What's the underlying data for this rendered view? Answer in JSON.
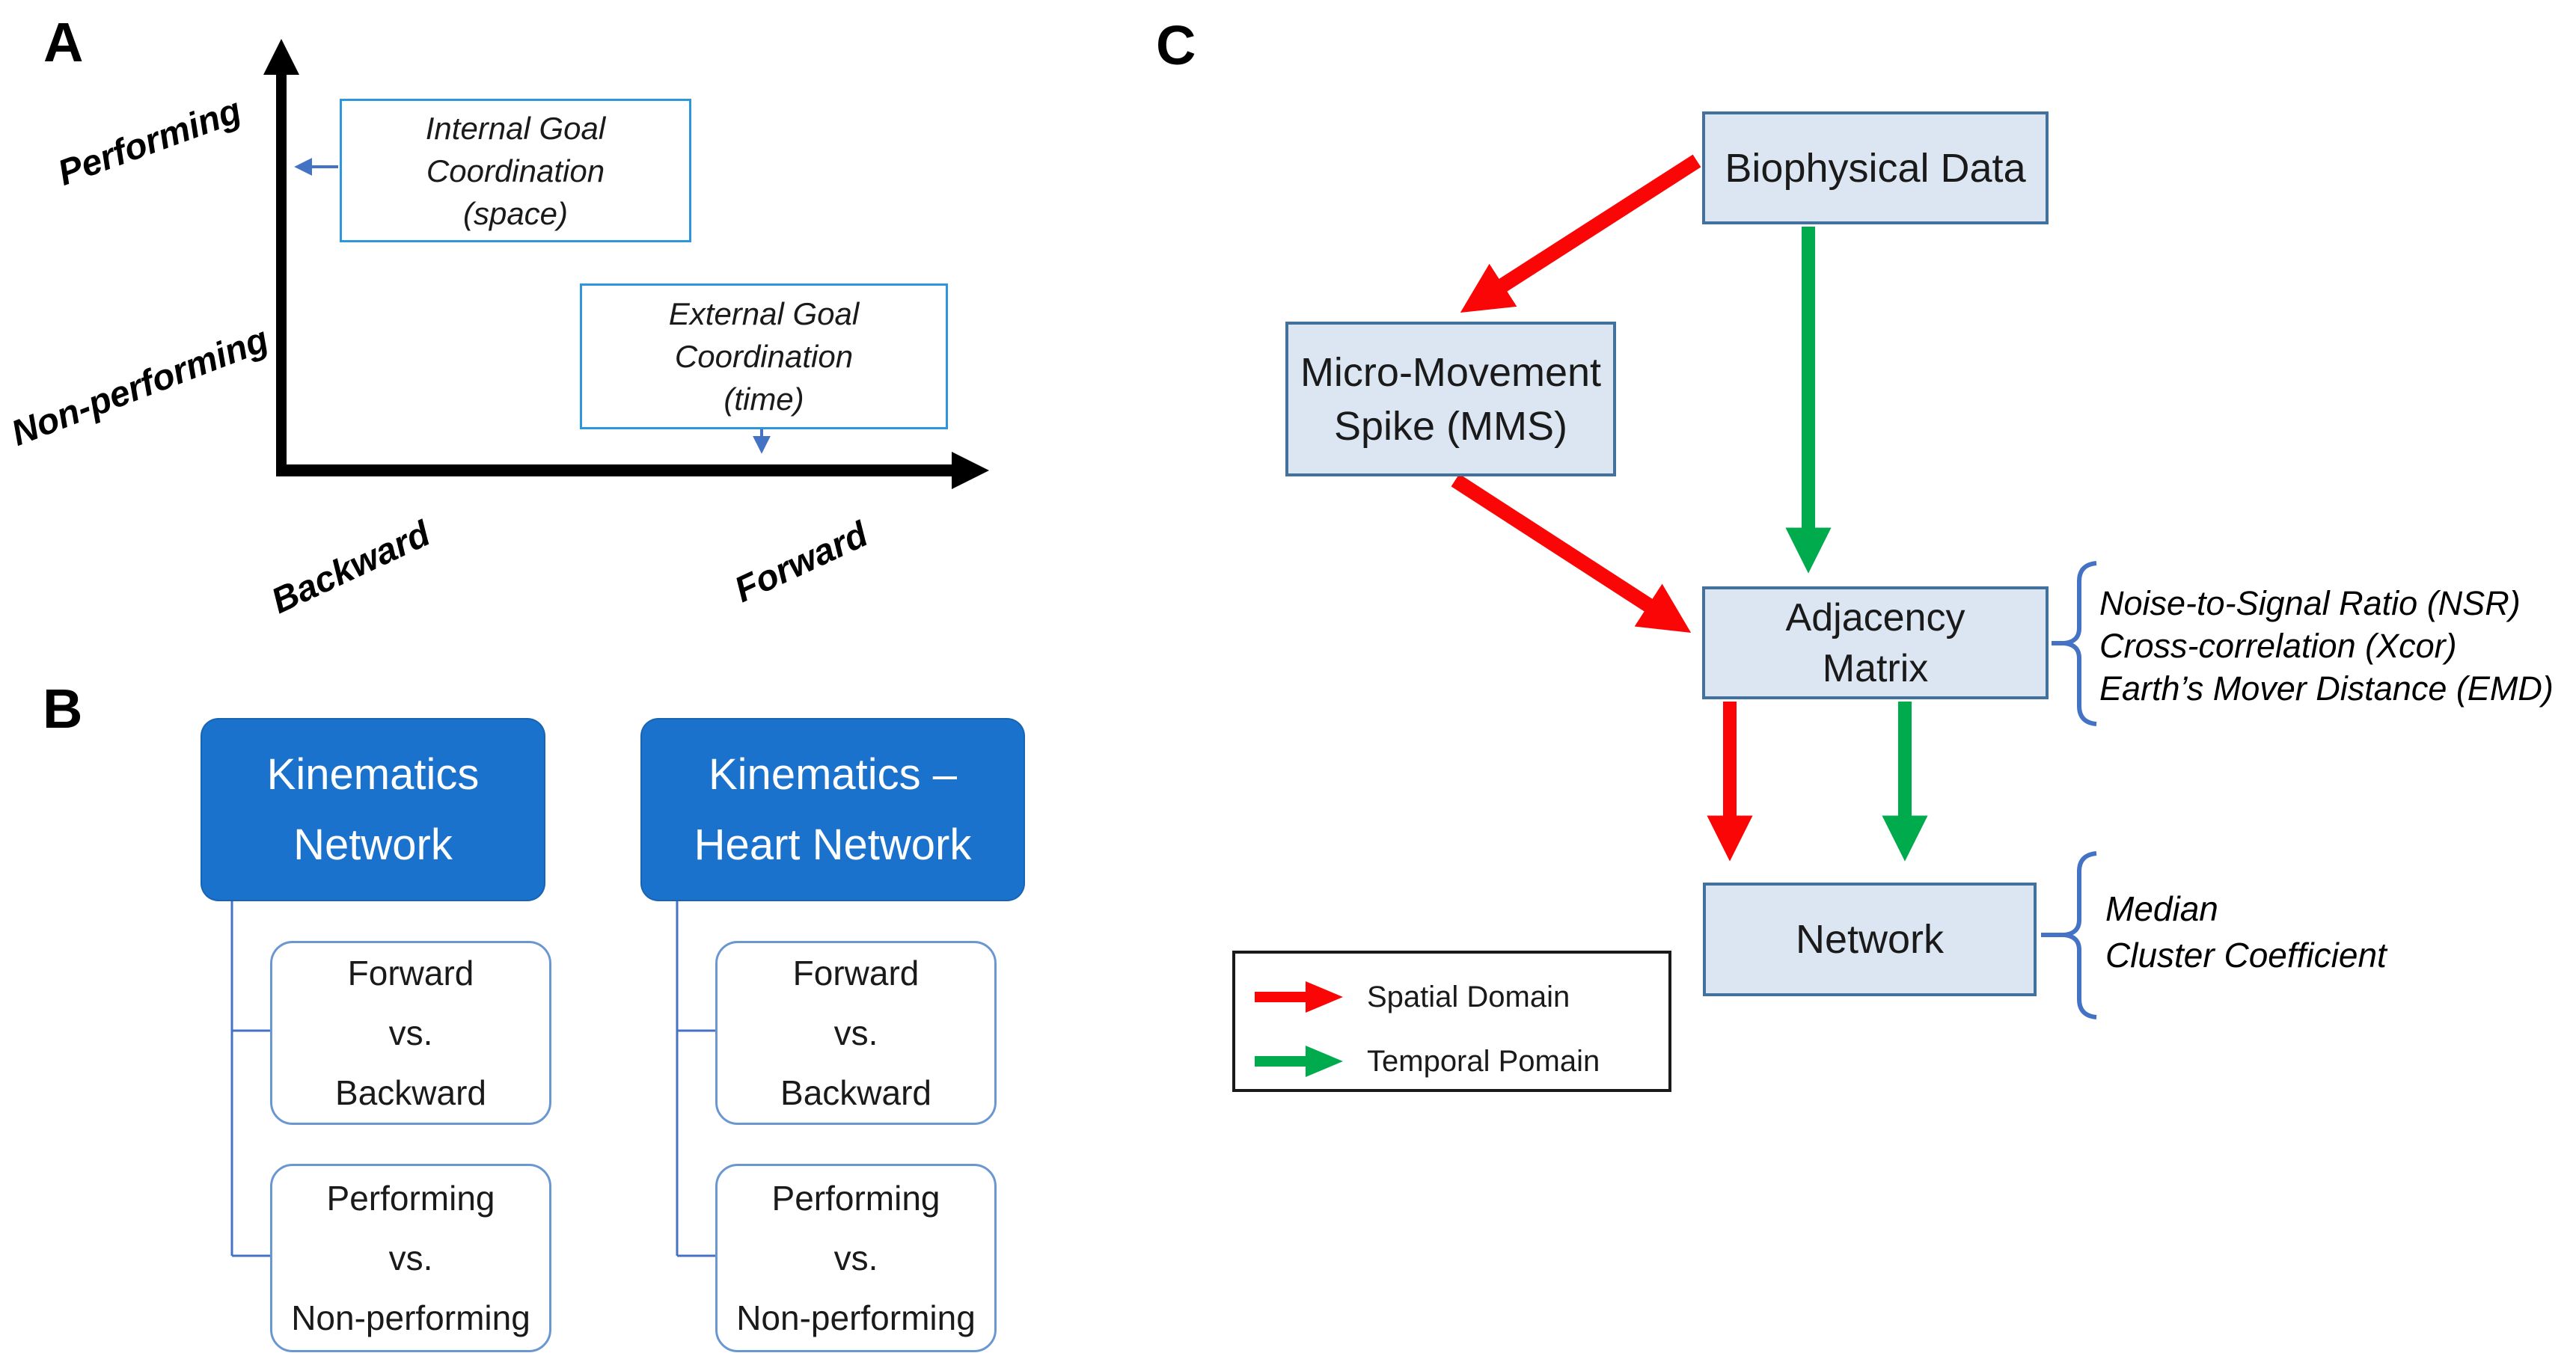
{
  "colors": {
    "header_blue": "#1B72CC",
    "node_fill": "#DCE6F2",
    "node_border": "#41719C",
    "panel_a_box_border": "#2E96DC",
    "connector_blue": "#4472C4",
    "child_border": "#6B97D1",
    "arrow_red": "#FB0606",
    "arrow_green": "#00AB4E"
  },
  "panel_a": {
    "label": "A",
    "axis": {
      "y_top_label": "Performing",
      "y_bottom_label": "Non-performing",
      "x_left_label": "Backward",
      "x_right_label": "Forward"
    },
    "internal_box": {
      "lines": [
        "Internal Goal",
        "Coordination",
        "(space)"
      ]
    },
    "external_box": {
      "lines": [
        "External Goal",
        "Coordination",
        "(time)"
      ]
    }
  },
  "panel_b": {
    "label": "B",
    "columns": [
      {
        "title_lines": [
          "Kinematics",
          "Network"
        ],
        "children": [
          {
            "lines": [
              "Forward",
              "vs.",
              "Backward"
            ]
          },
          {
            "lines": [
              "Performing",
              "vs.",
              "Non-performing"
            ]
          }
        ]
      },
      {
        "title_lines": [
          "Kinematics –",
          "Heart Network"
        ],
        "children": [
          {
            "lines": [
              "Forward",
              "vs.",
              "Backward"
            ]
          },
          {
            "lines": [
              "Performing",
              "vs.",
              "Non-performing"
            ]
          }
        ]
      }
    ]
  },
  "panel_c": {
    "label": "C",
    "nodes": {
      "biophysical": {
        "lines": [
          "Biophysical Data"
        ]
      },
      "mms": {
        "lines": [
          "Micro-Movement",
          "Spike (MMS)"
        ]
      },
      "adjacency": {
        "lines": [
          "Adjacency",
          "Matrix"
        ]
      },
      "network": {
        "lines": [
          "Network"
        ]
      }
    },
    "adjacency_metrics": [
      "Noise-to-Signal Ratio (NSR)",
      "Cross-correlation (Xcor)",
      "Earth’s Mover Distance (EMD)"
    ],
    "network_metrics": [
      "Median",
      "Cluster Coefficient"
    ],
    "legend": {
      "items": [
        {
          "icon": "red-arrow",
          "label": "Spatial Domain"
        },
        {
          "icon": "green-arrow",
          "label": "Temporal Pomain"
        }
      ]
    }
  }
}
